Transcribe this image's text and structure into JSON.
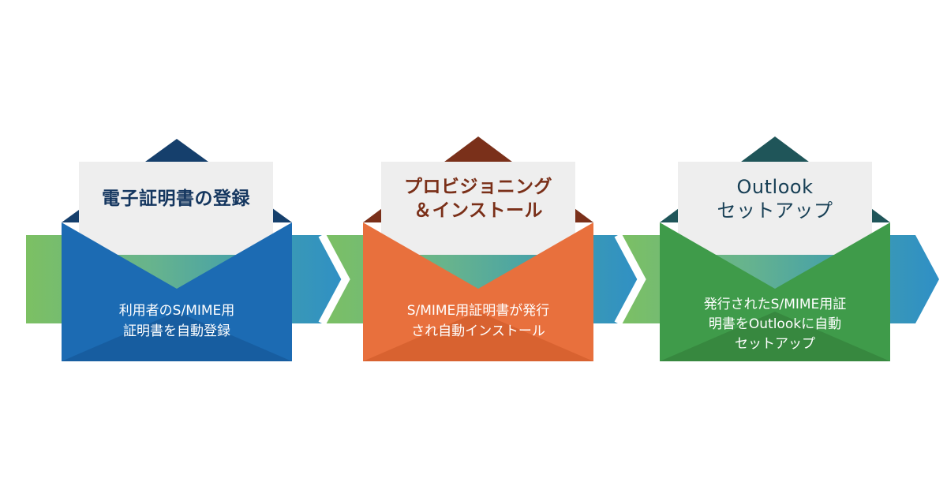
{
  "colors": {
    "band_gradient": [
      "#7cc063",
      "#66b38e",
      "#3d9cb0",
      "#2f8fc6"
    ],
    "step1": {
      "flap": "#153f6c",
      "envelope": "#1c6bb3",
      "envelope_dark": "#175da0",
      "title": "#14365f"
    },
    "step2": {
      "flap": "#7a301a",
      "envelope": "#e8703d",
      "envelope_dark": "#d86230",
      "title": "#7a2f18"
    },
    "step3": {
      "flap": "#1f5559",
      "envelope": "#3f9b4a",
      "envelope_dark": "#37883f",
      "title": "#173f55"
    },
    "letter": "#eeeeee"
  },
  "steps": [
    {
      "title_lines": [
        "電子証明書の登録"
      ],
      "desc_lines": [
        "利用者のS/MIME用",
        "証明書を自動登録"
      ]
    },
    {
      "title_lines": [
        "プロビジョニング",
        "＆インストール"
      ],
      "desc_lines": [
        "S/MIME用証明書が発行",
        "され自動インストール"
      ]
    },
    {
      "title_lines": [
        "Outlook",
        "セットアップ"
      ],
      "desc_lines": [
        "発行されたS/MIME用証",
        "明書をOutlookに自動",
        "セットアップ"
      ]
    }
  ]
}
